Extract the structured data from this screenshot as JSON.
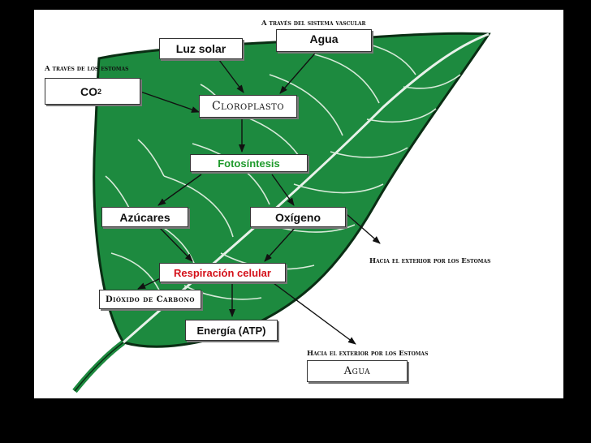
{
  "labels": {
    "vascular_note": "A través del sistema vascular",
    "stomata_note": "A través de los estomas",
    "exterior_note_1": "Hacia el exterior por los Estomas",
    "exterior_note_2": "Hacia el exterior por los Estomas"
  },
  "boxes": {
    "luz_solar": "Luz solar",
    "agua_in": "Agua",
    "co2_main": "CO",
    "co2_sub": "2",
    "cloroplasto": "Cloroplasto",
    "fotosintesis": "Fotosíntesis",
    "azucares": "Azúcares",
    "oxigeno": "Oxígeno",
    "respiracion": "Respiración celular",
    "dioxido": "Dióxido de Carbono",
    "energia": "Energía (ATP)",
    "agua_out": "Agua"
  },
  "colors": {
    "background": "#000000",
    "leaf": "#1d8a3f",
    "leaf_outline": "#0a2e14",
    "highlight_green": "#1f9a2c",
    "highlight_red": "#d4111a"
  }
}
